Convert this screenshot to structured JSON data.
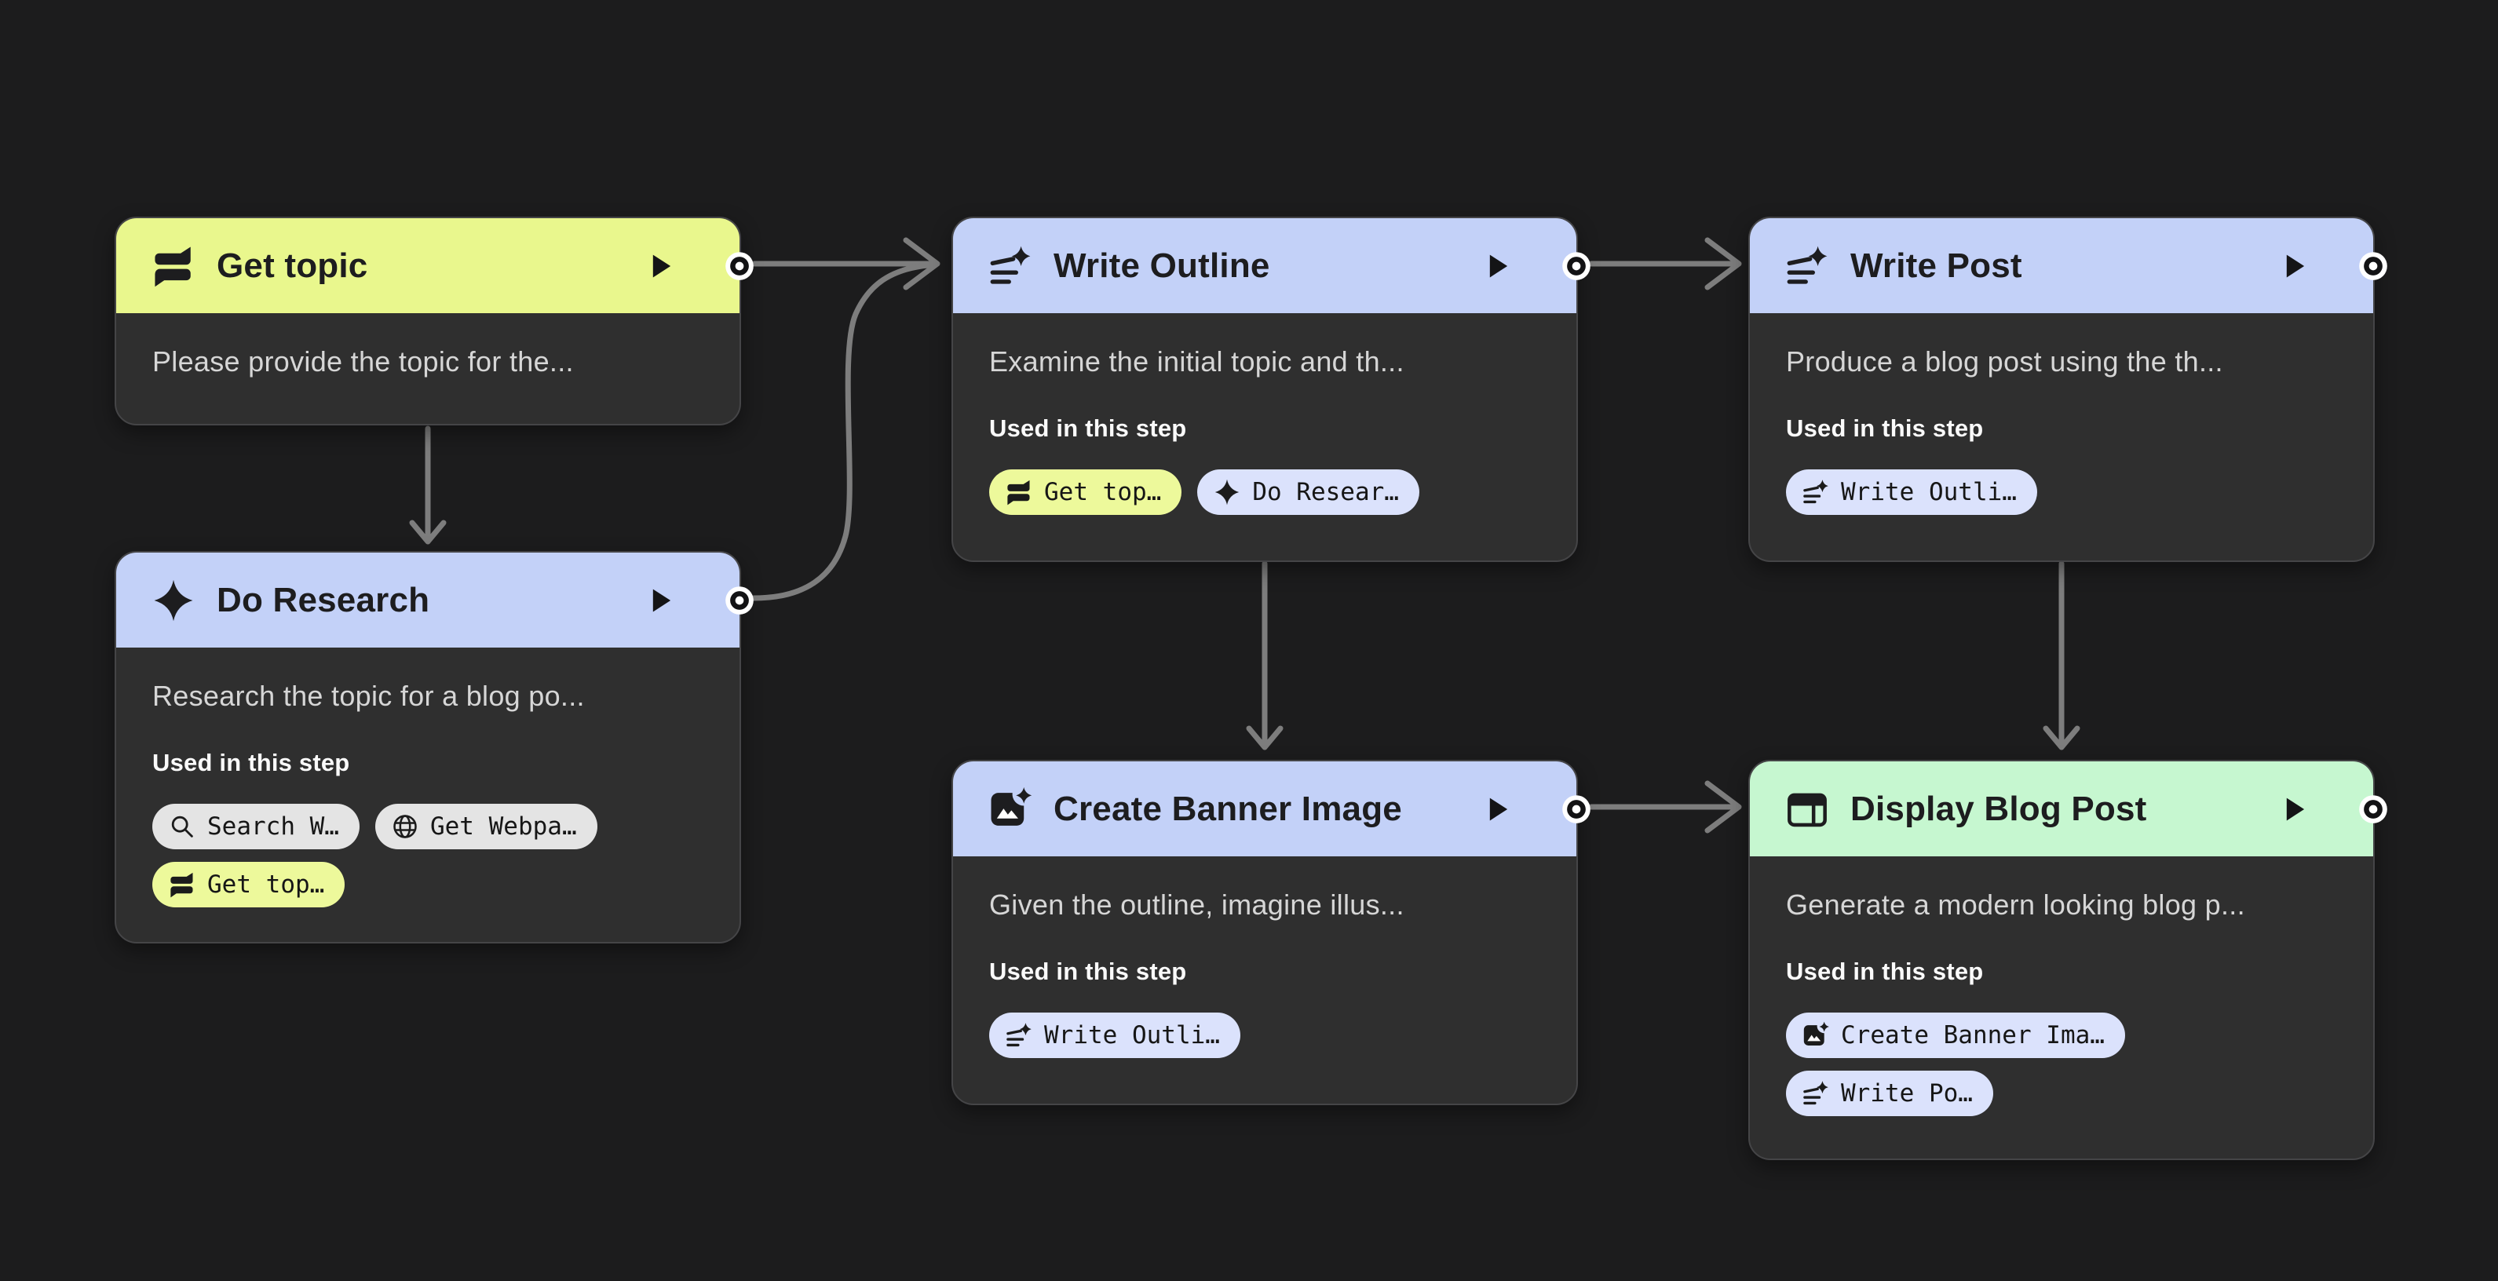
{
  "labels": {
    "used_in_this_step": "Used in this step"
  },
  "colors": {
    "background": "#1c1c1d",
    "node_body": "#2f2f2f",
    "node_border": "#454547",
    "header_yellow": "#e9f78d",
    "header_blue": "#c3d1f8",
    "header_green": "#c6f7d0",
    "chip_gray": "#e4e4e4",
    "chip_yellow": "#edf99b",
    "chip_lavender": "#dbe2fc",
    "edge_gray": "#7d7d7d",
    "title_text": "#1d1d1f",
    "description_text": "#d6d6d6"
  },
  "nodes": [
    {
      "id": "get-topic",
      "title": "Get topic",
      "icon": "chat-icon",
      "header_color": "#e9f78d",
      "description": "Please provide the topic for the...",
      "chips": []
    },
    {
      "id": "do-research",
      "title": "Do Research",
      "icon": "spark-icon",
      "header_color": "#c3d1f8",
      "description": "Research the topic for a blog po...",
      "chips": [
        {
          "label": "Search W…",
          "icon": "search-icon",
          "color": "#e4e4e4"
        },
        {
          "label": "Get Webpa…",
          "icon": "globe-icon",
          "color": "#e4e4e4"
        },
        {
          "label": "Get top…",
          "icon": "chat-icon",
          "color": "#edf99b"
        }
      ]
    },
    {
      "id": "write-outline",
      "title": "Write Outline",
      "icon": "writing-spark-icon",
      "header_color": "#c3d1f8",
      "description": "Examine the initial topic and th...",
      "chips": [
        {
          "label": "Get top…",
          "icon": "chat-icon",
          "color": "#edf99b"
        },
        {
          "label": "Do Resear…",
          "icon": "spark-icon",
          "color": "#dbe2fc"
        }
      ]
    },
    {
      "id": "write-post",
      "title": "Write Post",
      "icon": "writing-spark-icon",
      "header_color": "#c3d1f8",
      "description": "Produce a blog post using the th...",
      "chips": [
        {
          "label": "Write Outli…",
          "icon": "writing-spark-icon",
          "color": "#dbe2fc"
        }
      ]
    },
    {
      "id": "create-banner-image",
      "title": "Create Banner Image",
      "icon": "image-spark-icon",
      "header_color": "#c3d1f8",
      "description": "Given the outline, imagine illus...",
      "chips": [
        {
          "label": "Write Outli…",
          "icon": "writing-spark-icon",
          "color": "#dbe2fc"
        }
      ]
    },
    {
      "id": "display-blog-post",
      "title": "Display Blog Post",
      "icon": "layout-icon",
      "header_color": "#c6f7d0",
      "description": "Generate a modern looking blog p...",
      "chips": [
        {
          "label": "Create Banner Ima…",
          "icon": "image-spark-icon",
          "color": "#dbe2fc"
        },
        {
          "label": "Write Po…",
          "icon": "writing-spark-icon",
          "color": "#dbe2fc"
        }
      ]
    }
  ],
  "edges": [
    {
      "from": "get-topic",
      "to": "write-outline"
    },
    {
      "from": "get-topic",
      "to": "do-research"
    },
    {
      "from": "do-research",
      "to": "write-outline"
    },
    {
      "from": "write-outline",
      "to": "write-post"
    },
    {
      "from": "write-outline",
      "to": "create-banner-image"
    },
    {
      "from": "write-post",
      "to": "display-blog-post"
    },
    {
      "from": "create-banner-image",
      "to": "display-blog-post"
    }
  ]
}
